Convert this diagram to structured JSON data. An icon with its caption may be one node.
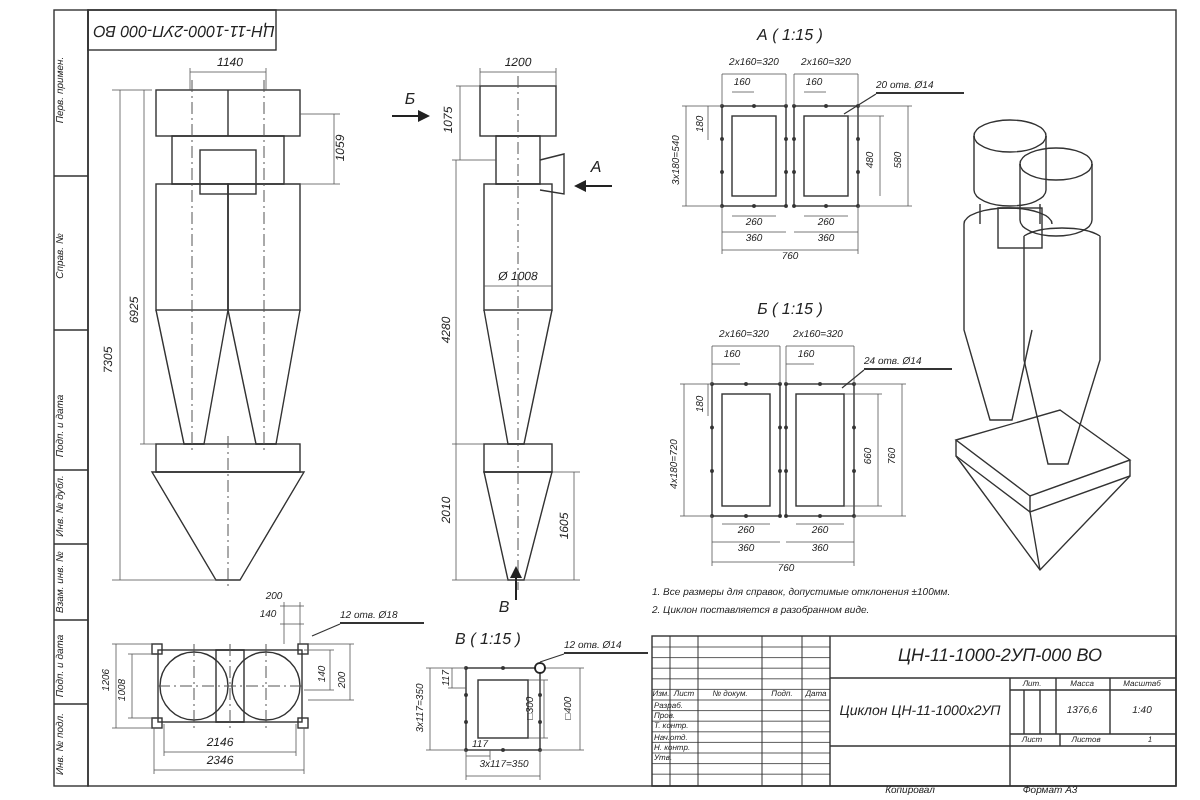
{
  "diagram": {
    "nodes": [
      {
        "text": [
          "20 отв. Ø14"
        ]
      },
      {
        "text": [
          "24 отв. Ø14"
        ]
      },
      {
        "text": [
          "12 отв. Ø18"
        ]
      },
      {
        "text": [
          "12 отв. Ø14"
        ]
      },
      {
        "text": [],
        "shape": "circle"
      }
    ],
    "edges": [
      {
        "from": 0,
        "to": null,
        "arrow": "none"
      },
      {
        "from": 1,
        "to": null,
        "arrow": "none"
      },
      {
        "from": 2,
        "to": null,
        "arrow": "none"
      },
      {
        "from": 3,
        "to": 4,
        "arrow": "none"
      }
    ],
    "labels": [
      "ЦН-11-1000-2УП-000 ВО",
      "Перв. примен.",
      "Справ. №",
      "Подп. и дата",
      "Инв. № дубл.",
      "Взам. инв. №",
      "Подп. и дата",
      "Инв. № подл.",
      "1140",
      "1059",
      "6925",
      "7305",
      "Б",
      "1200",
      "1075",
      "А",
      "Ø 1008",
      "4280",
      "2010",
      "1605",
      "А ( 1:15 )",
      "2x160=320",
      "2x160=320",
      "160",
      "160",
      "3x180=540",
      "180",
      "480",
      "580",
      "260",
      "260",
      "360",
      "360",
      "760",
      "Б ( 1:15 )",
      "2x160=320",
      "2x160=320",
      "160",
      "160",
      "4x180=720",
      "180",
      "660",
      "760",
      "260",
      "260",
      "360",
      "360",
      "760",
      "200",
      "140",
      "1206",
      "1008",
      "140",
      "200",
      "2146",
      "2346",
      "В",
      "В ( 1:15 )",
      "117",
      "3x117=350",
      "□300",
      "□400",
      "117",
      "3x117=350",
      "1. Все размеры для справок, допустимые отклонения ±100мм.",
      "2. Циклон поставляется в разобранном виде.",
      "ЦН-11-1000-2УП-000 ВО",
      "Изм.",
      "Лист",
      "№ докум.",
      "Подп.",
      "Дата",
      "Разраб.",
      "Пров.",
      "Т. контр.",
      "Нач.отд.",
      "Н. контр.",
      "Утв.",
      "Циклон ЦН-11-1000x2УП",
      "Лит.",
      "Масса",
      "Масштаб",
      "1376,6",
      "1:40",
      "Лист",
      "Листов",
      "1",
      "Копировал",
      "Формат А3"
    ]
  }
}
